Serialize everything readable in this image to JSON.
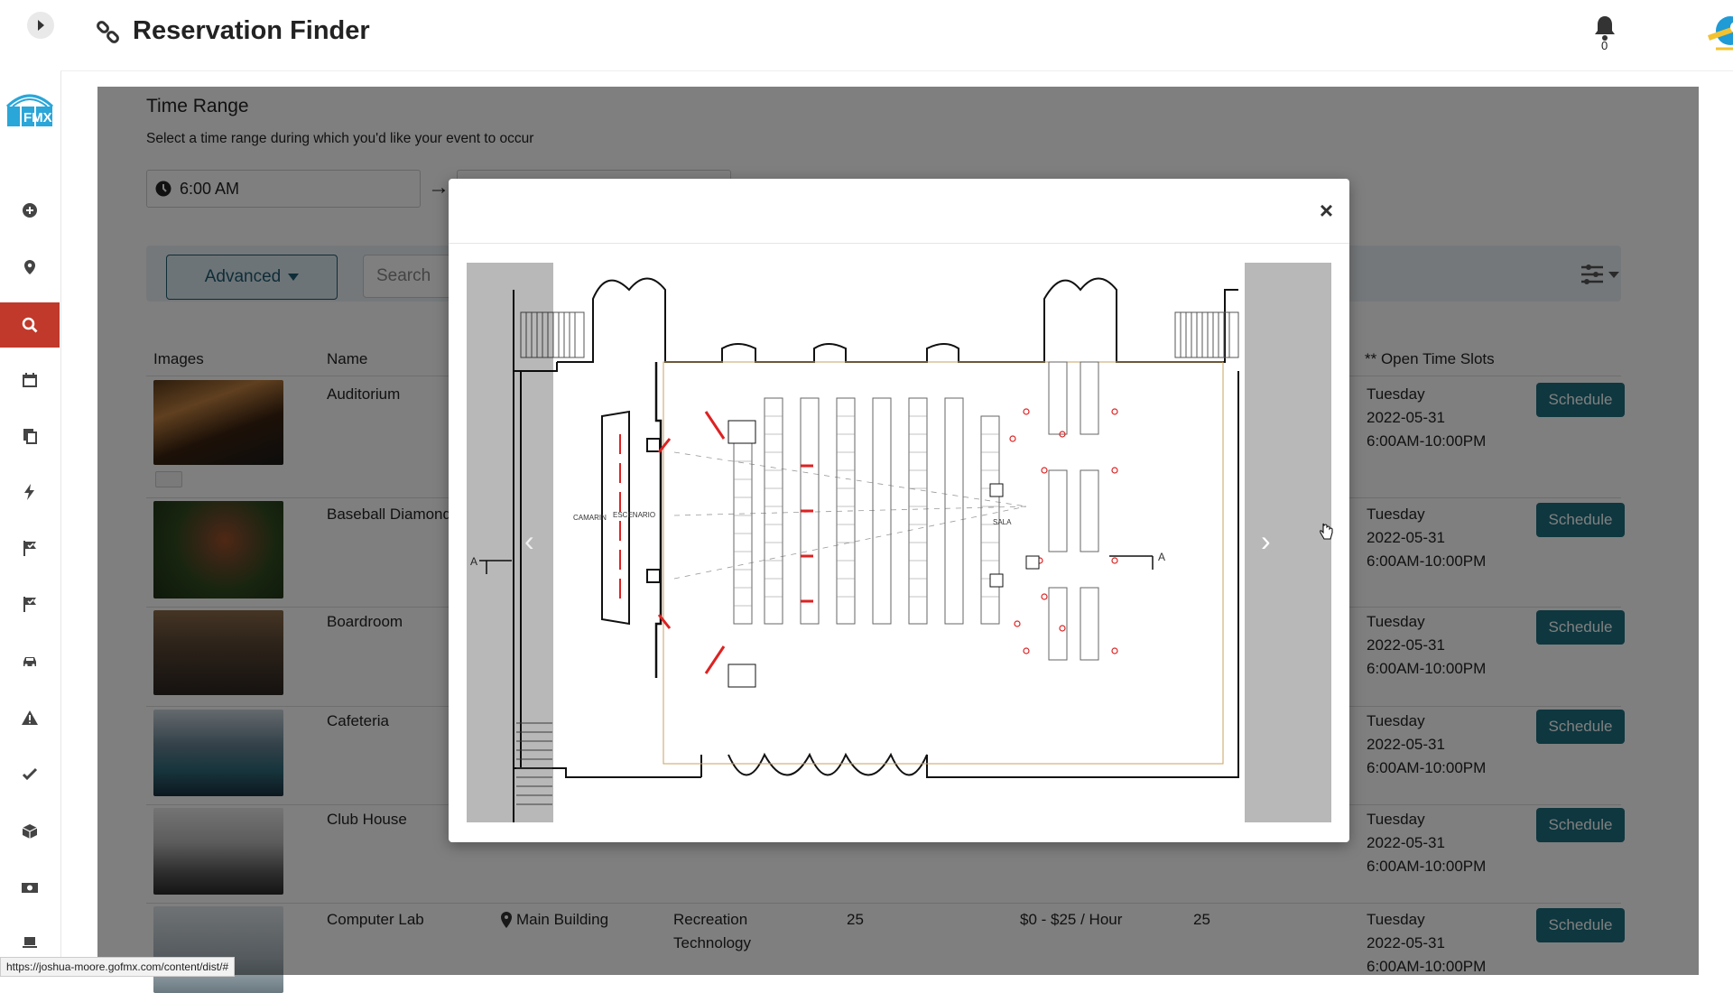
{
  "header": {
    "title": "Reservation Finder",
    "notifications": "0"
  },
  "sidebar": {
    "items": [
      {
        "icon": "plus-circle-icon"
      },
      {
        "icon": "map-pin-icon"
      },
      {
        "icon": "search-icon",
        "active": true
      },
      {
        "icon": "calendar-icon"
      },
      {
        "icon": "documents-icon"
      },
      {
        "icon": "lightning-icon"
      },
      {
        "icon": "flag-check-icon"
      },
      {
        "icon": "flag-check-icon"
      },
      {
        "icon": "car-icon"
      },
      {
        "icon": "warning-icon"
      },
      {
        "icon": "check-icon"
      },
      {
        "icon": "box-icon"
      },
      {
        "icon": "money-icon"
      },
      {
        "icon": "laptop-icon"
      }
    ]
  },
  "time_range": {
    "title": "Time Range",
    "subtitle": "Select a time range during which you'd like your event to occur",
    "start_value": "6:00 AM"
  },
  "filters": {
    "advanced_label": "Advanced",
    "search_placeholder": "Search"
  },
  "table": {
    "headers": {
      "images": "Images",
      "name": "Name",
      "open_slots": "** Open Time Slots"
    },
    "schedule_label": "Schedule",
    "rows": [
      {
        "name": "Auditorium",
        "slot_day": "Tuesday",
        "slot_date": "2022-05-31",
        "slot_time": "6:00AM-10:00PM"
      },
      {
        "name": "Baseball Diamond",
        "slot_day": "Tuesday",
        "slot_date": "2022-05-31",
        "slot_time": "6:00AM-10:00PM"
      },
      {
        "name": "Boardroom",
        "slot_day": "Tuesday",
        "slot_date": "2022-05-31",
        "slot_time": "6:00AM-10:00PM"
      },
      {
        "name": "Cafeteria",
        "slot_day": "Tuesday",
        "slot_date": "2022-05-31",
        "slot_time": "6:00AM-10:00PM"
      },
      {
        "name": "Club House",
        "slot_day": "Tuesday",
        "slot_date": "2022-05-31",
        "slot_time": "6:00AM-10:00PM"
      },
      {
        "name": "Computer Lab",
        "location": "Main Building",
        "type_line1": "Recreation",
        "type_line2": "Technology",
        "capacity": "25",
        "price": "$0 - $25 / Hour",
        "capacity2": "25",
        "slot_day": "Tuesday",
        "slot_date": "2022-05-31",
        "slot_time": "6:00AM-10:00PM"
      }
    ]
  },
  "floorplan": {
    "labels": {
      "stage": "ESCENARIO",
      "dressing": "CAMARIN",
      "hall": "SALA",
      "section_left": "A",
      "section_right": "A"
    }
  },
  "modal": {
    "close_label": "×",
    "prev_label": "‹",
    "next_label": "›"
  },
  "status_url": "https://joshua-moore.gofmx.com/content/dist/#",
  "colors": {
    "accent_red": "#c0392b",
    "button_teal": "#1d6e7e",
    "advanced_blue": "#1d5a70"
  }
}
